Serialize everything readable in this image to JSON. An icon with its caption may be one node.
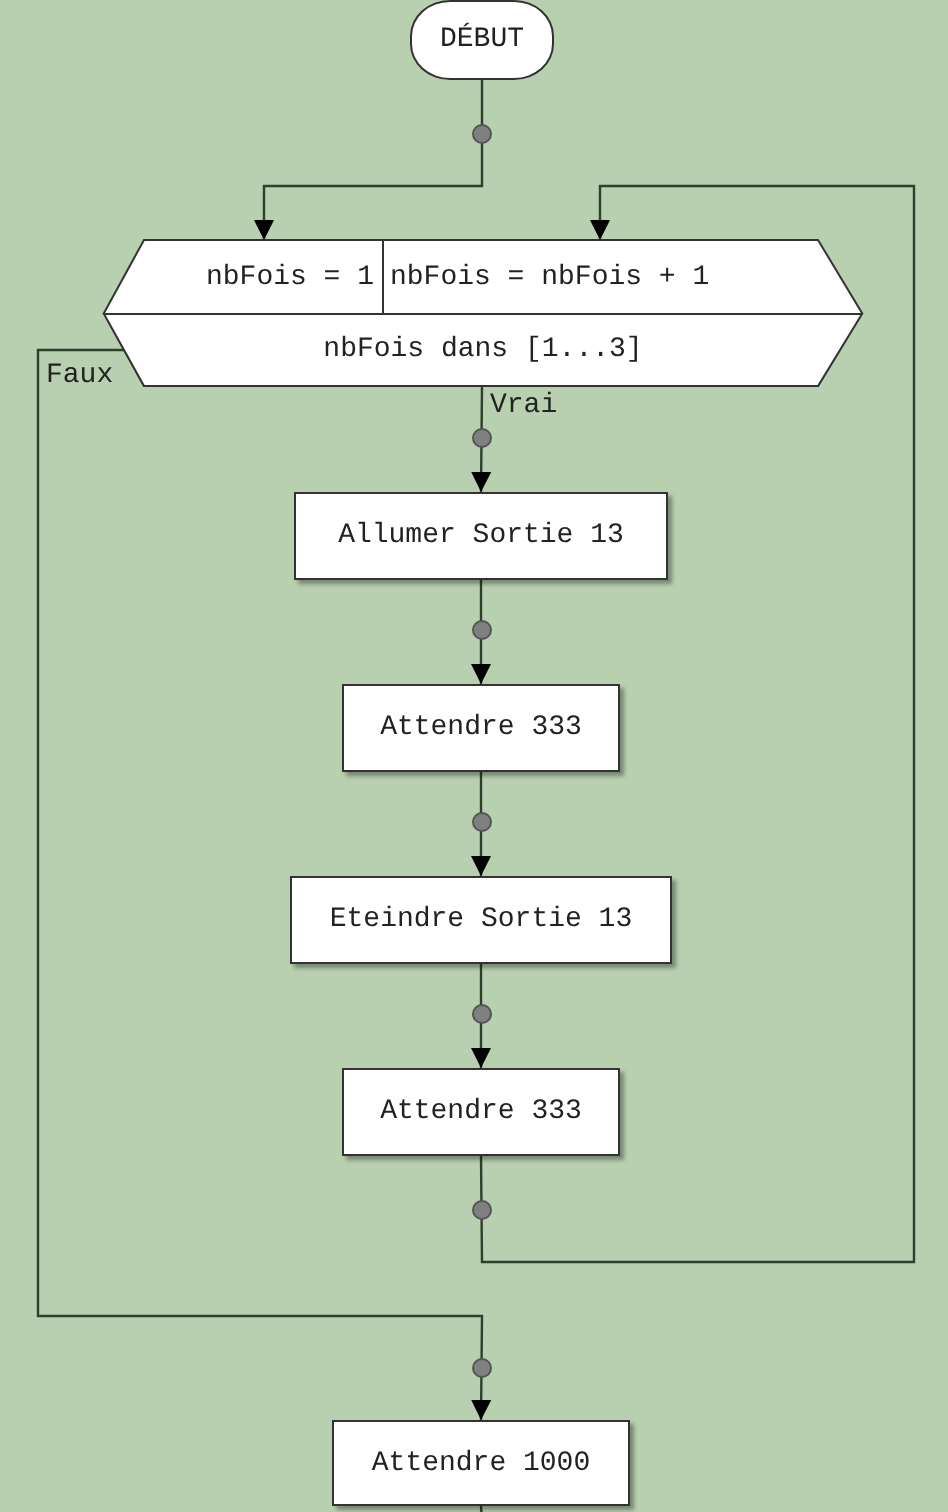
{
  "diagram": {
    "nodes": [
      {
        "text": [
          "DÉBUT"
        ]
      },
      {
        "text": [],
        "shape": "hexagon"
      },
      {
        "text": [
          "nbFois = 1"
        ],
        "in": 1
      },
      {
        "text": [
          "nbFois = nbFois + 1"
        ],
        "in": 1
      },
      {
        "text": [
          "nbFois dans [1...3]"
        ],
        "in": 1
      },
      {
        "text": [
          "Allumer Sortie 13"
        ]
      },
      {
        "text": [
          "Attendre 333"
        ]
      },
      {
        "text": [
          "Eteindre Sortie 13"
        ]
      },
      {
        "text": [
          "Attendre 333"
        ]
      },
      {
        "text": [
          "Attendre 1000"
        ]
      }
    ],
    "edges": [
      {
        "from": 0,
        "to": 2,
        "arrow": "to"
      },
      {
        "from": 8,
        "to": 3,
        "arrow": "to"
      },
      {
        "from": 4,
        "to": 5,
        "arrow": "to",
        "label": "Vrai"
      },
      {
        "from": 5,
        "to": 6,
        "arrow": "to"
      },
      {
        "from": 6,
        "to": 7,
        "arrow": "to"
      },
      {
        "from": 7,
        "to": 8,
        "arrow": "to"
      },
      {
        "from": 4,
        "to": 9,
        "arrow": "to",
        "label": "Faux"
      },
      {
        "from": 9,
        "to": null,
        "arrow": "none"
      }
    ]
  }
}
